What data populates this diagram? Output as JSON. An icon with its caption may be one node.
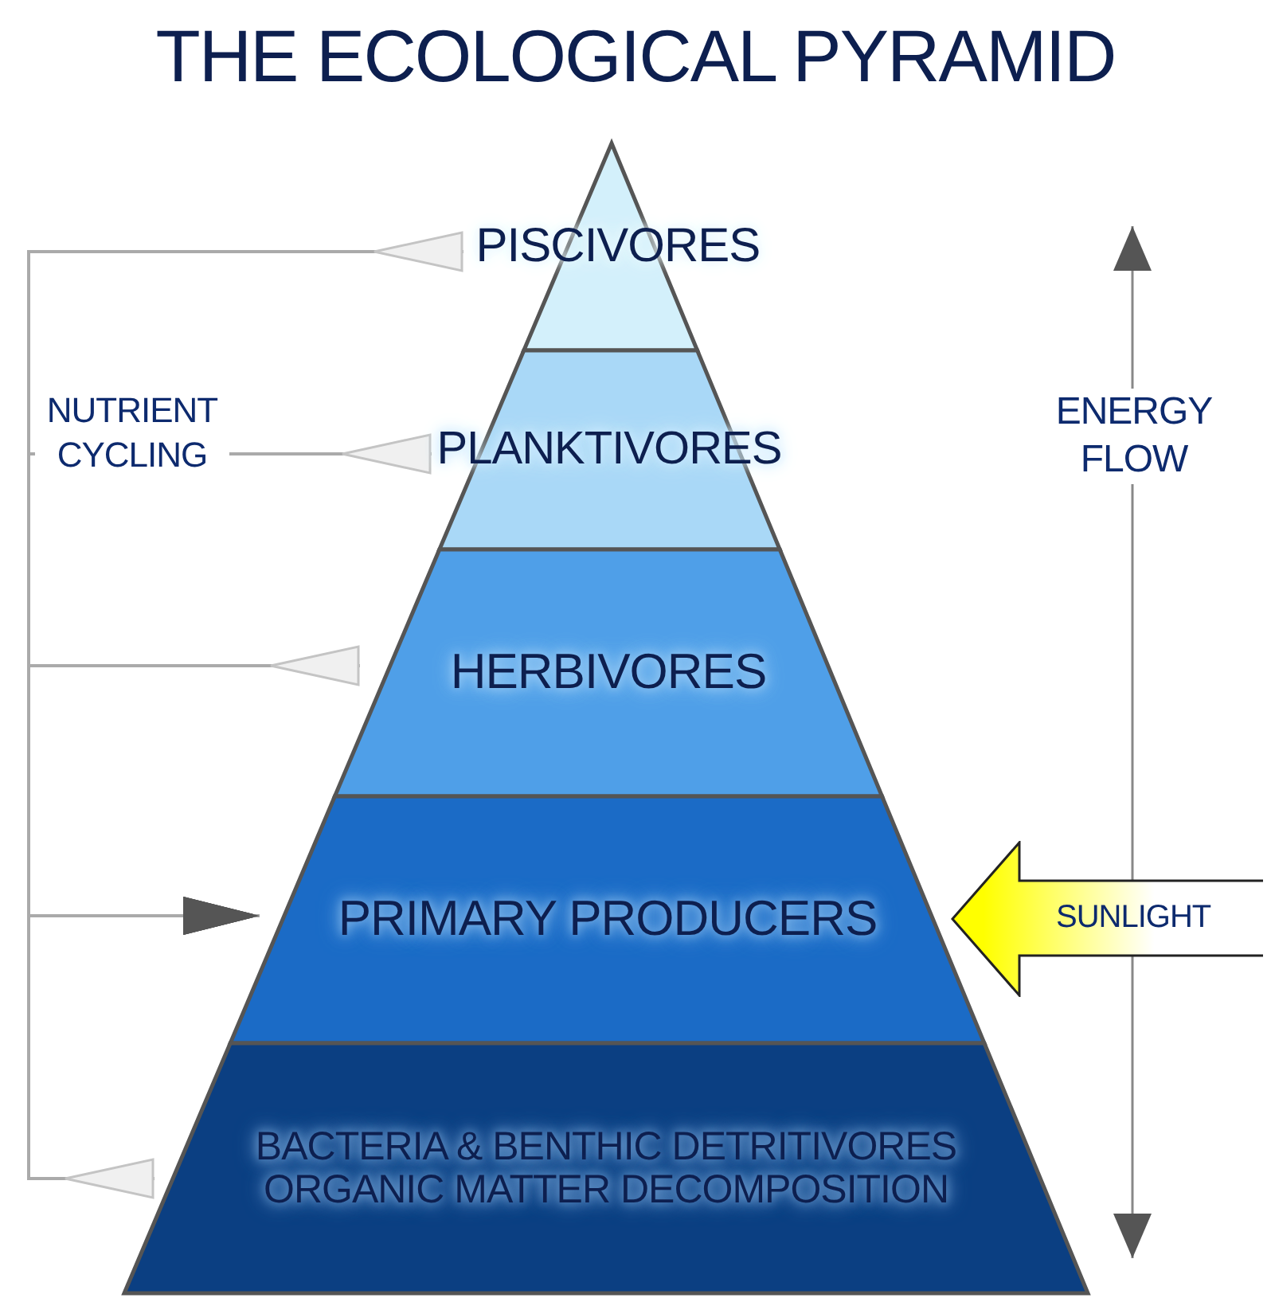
{
  "diagram": {
    "title": "THE ECOLOGICAL PYRAMID",
    "nodes": [
      {
        "text": [
          "PISCIVORES"
        ]
      },
      {
        "text": [
          "PLANKTIVORES"
        ]
      },
      {
        "text": [
          "HERBIVORES"
        ]
      },
      {
        "text": [
          "PRIMARY PRODUCERS"
        ]
      },
      {
        "text": [
          "BACTERIA & BENTHIC DETRITIVORES",
          "ORGANIC MATTER DECOMPOSITION"
        ]
      },
      {
        "text": [
          "SUNLIGHT"
        ]
      }
    ],
    "edges": [
      {
        "from": 0,
        "to": 3,
        "arrow": "to"
      },
      {
        "from": 1,
        "to": 3,
        "arrow": "to"
      },
      {
        "from": 2,
        "to": 3,
        "arrow": "to"
      },
      {
        "from": 4,
        "to": 3,
        "arrow": "to"
      }
    ],
    "labels": [
      "NUTRIENT CYCLING",
      "ENERGY FLOW"
    ]
  }
}
